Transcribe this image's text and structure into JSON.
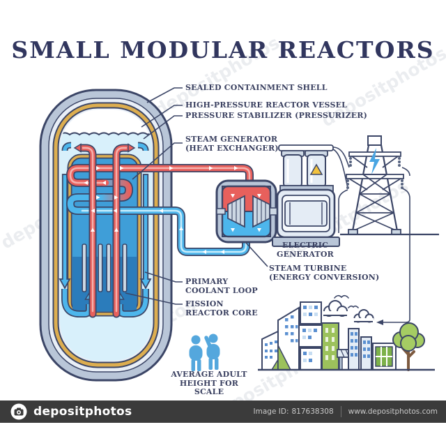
{
  "title": "SMALL MODULAR REACTORS",
  "callout_labels": {
    "containment_shell": "SEALED CONTAINMENT SHELL",
    "reactor_vessel": "HIGH-PRESSURE REACTOR VESSEL",
    "pressurizer": "PRESSURE STABILIZER (PRESSURIZER)",
    "steam_generator_line1": "STEAM GENERATOR",
    "steam_generator_line2": "(HEAT EXCHANGER)",
    "electric_generator_line1": "ELECTRIC",
    "electric_generator_line2": "GENERATOR",
    "steam_turbine_line1": "STEAM TURBINE",
    "steam_turbine_line2": "(ENERGY CONVERSION)",
    "primary_coolant_line1": "PRIMARY",
    "primary_coolant_line2": "COOLANT LOOP",
    "fission_core_line1": "FISSION",
    "fission_core_line2": "REACTOR CORE",
    "scale_line1": "AVERAGE ADULT",
    "scale_line2": "HEIGHT FOR SCALE"
  },
  "watermark": {
    "brand": "depositphotos",
    "diagonal_text": "depositphotos",
    "image_id_label": "Image ID:",
    "image_id_value": "817638308",
    "website": "www.depositphotos.com"
  },
  "colors": {
    "title_navy": "#31365e",
    "outline_navy": "#3b4566",
    "hot_red": "#e8605c",
    "cold_blue": "#4db6ec",
    "water_blue": "#d8f0fb",
    "barrel_blue": "#3f9ed8",
    "core_blue": "#2b7cbb",
    "vessel_gold": "#ddae50",
    "shell_gray": "#b9c6d8",
    "eco_green": "#9cc25c",
    "figure_blue": "#54a7dd",
    "bar_dark": "#3b3b3b"
  }
}
